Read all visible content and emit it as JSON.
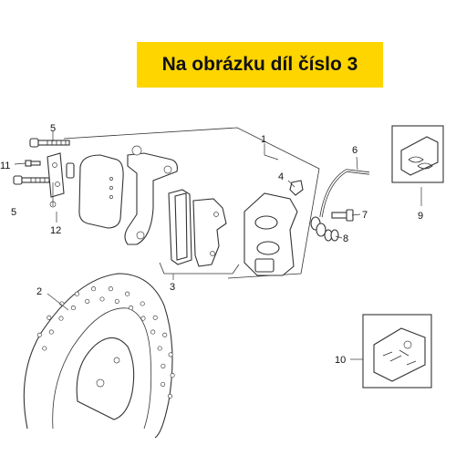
{
  "banner": {
    "text": "Na obrázku díl číslo 3",
    "color": "#ffd500"
  },
  "callouts": [
    "1",
    "2",
    "3",
    "4",
    "5",
    "5",
    "6",
    "7",
    "8",
    "9",
    "10",
    "11",
    "12"
  ]
}
